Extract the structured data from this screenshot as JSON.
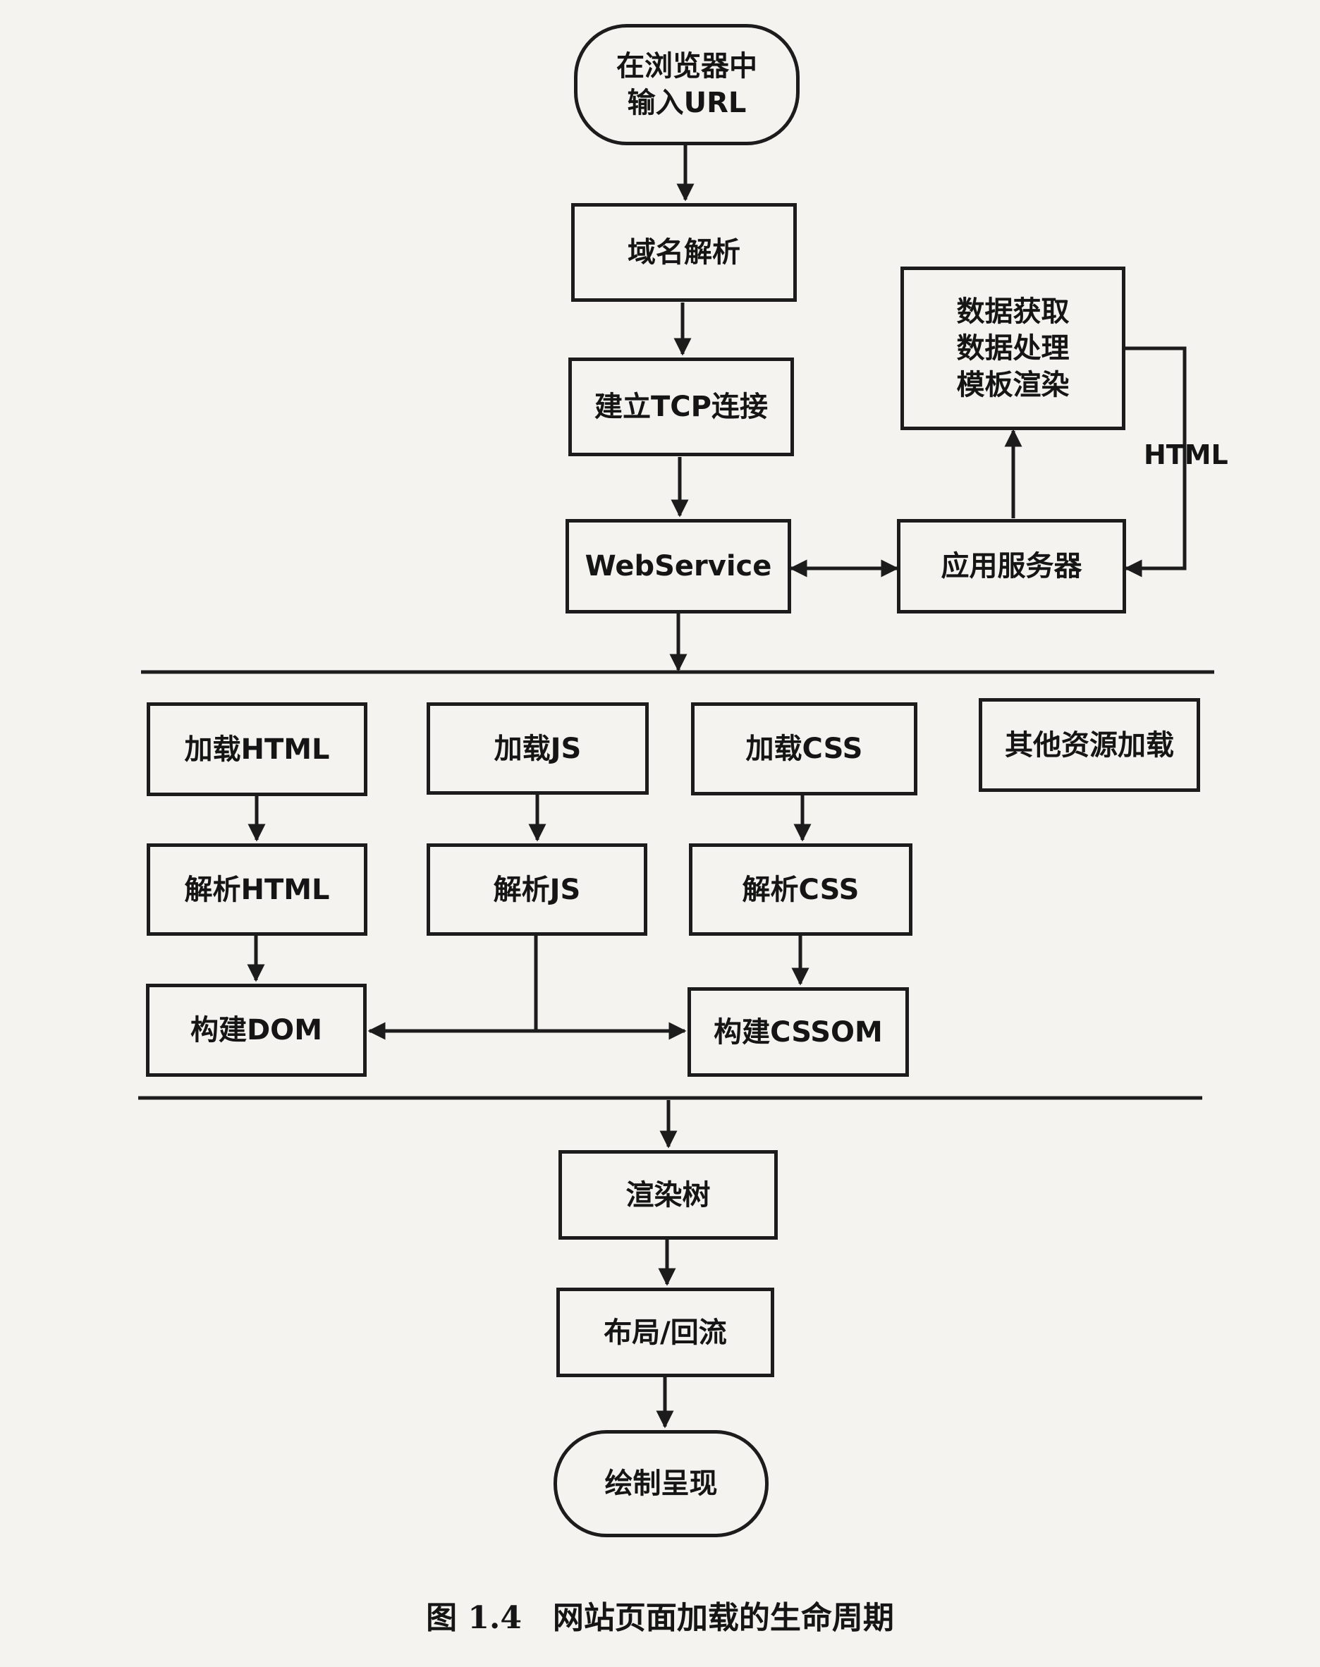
{
  "nodes": {
    "start": "在浏览器中\n输入URL",
    "dns": "域名解析",
    "tcp": "建立TCP连接",
    "webservice": "WebService",
    "app_server": "应用服务器",
    "data_process": "数据获取\n数据处理\n模板渲染",
    "load_html": "加载HTML",
    "load_js": "加载JS",
    "load_css": "加载CSS",
    "load_other": "其他资源加载",
    "parse_html": "解析HTML",
    "parse_js": "解析JS",
    "parse_css": "解析CSS",
    "build_dom": "构建DOM",
    "build_cssom": "构建CSSOM",
    "render_tree": "渲染树",
    "layout": "布局/回流",
    "paint": "绘制呈现"
  },
  "edge_labels": {
    "html": "HTML"
  },
  "caption": "图 1.4　网站页面加载的生命周期"
}
